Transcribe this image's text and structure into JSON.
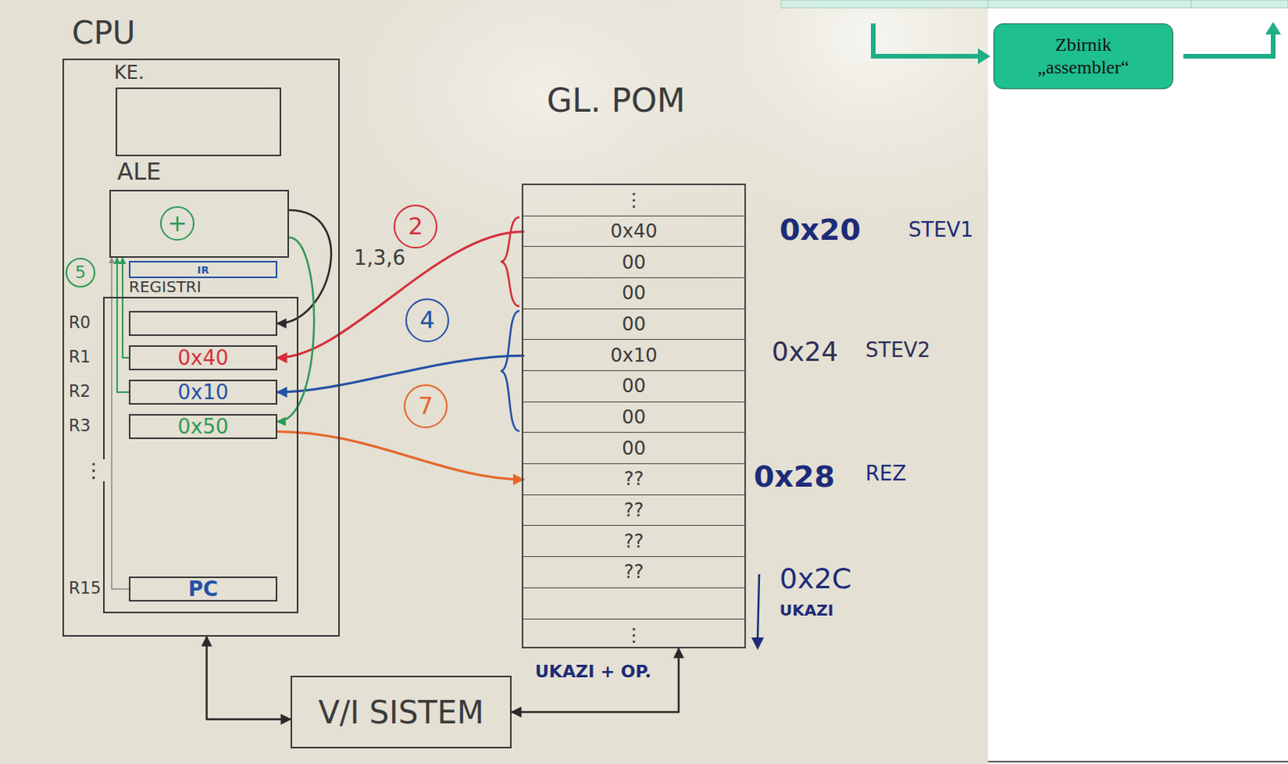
{
  "diagram": {
    "nodes": [
      {
        "text": [
          "CPU"
        ]
      },
      {
        "text": [
          "KE."
        ],
        "in": 0
      },
      {
        "text": [
          "ALE"
        ],
        "in": 0
      },
      {
        "text": [
          "+"
        ],
        "in": 2
      },
      {
        "text": [
          "IR"
        ],
        "in": 0
      },
      {
        "text": [
          "REGISTRI"
        ],
        "in": 0
      },
      {
        "text": [
          "R0"
        ],
        "in": 5
      },
      {
        "text": [
          "R1",
          "0x40"
        ],
        "in": 5
      },
      {
        "text": [
          "R2",
          "0x10"
        ],
        "in": 5
      },
      {
        "text": [
          "R3",
          "0x50"
        ],
        "in": 5
      },
      {
        "text": [
          "R15",
          "PC"
        ],
        "in": 5
      },
      {
        "text": [
          "GL. POM"
        ]
      },
      {
        "text": [
          "⋮"
        ],
        "in": 11
      },
      {
        "text": [
          "0x40"
        ],
        "in": 11
      },
      {
        "text": [
          "00"
        ],
        "in": 11
      },
      {
        "text": [
          "00"
        ],
        "in": 11
      },
      {
        "text": [
          "00"
        ],
        "in": 11
      },
      {
        "text": [
          "0x10"
        ],
        "in": 11
      },
      {
        "text": [
          "00"
        ],
        "in": 11
      },
      {
        "text": [
          "00"
        ],
        "in": 11
      },
      {
        "text": [
          "00"
        ],
        "in": 11
      },
      {
        "text": [
          "??"
        ],
        "in": 11
      },
      {
        "text": [
          "??"
        ],
        "in": 11
      },
      {
        "text": [
          "??"
        ],
        "in": 11
      },
      {
        "text": [
          "??"
        ],
        "in": 11
      },
      {
        "text": [
          "⋮"
        ],
        "in": 11
      },
      {
        "text": [
          "V/I SISTEM"
        ]
      },
      {
        "text": [
          "Zbirnik „assembler“"
        ]
      }
    ],
    "edges": [
      {
        "from": 13,
        "to": 7,
        "arrow": "to"
      },
      {
        "from": 17,
        "to": 8,
        "arrow": "to"
      },
      {
        "from": 2,
        "to": 6,
        "arrow": "to"
      },
      {
        "from": 7,
        "to": 2,
        "arrow": "to"
      },
      {
        "from": 8,
        "to": 2,
        "arrow": "to"
      },
      {
        "from": 10,
        "to": 2,
        "arrow": "to"
      },
      {
        "from": 2,
        "to": 9,
        "arrow": "to"
      },
      {
        "from": 9,
        "to": 21,
        "arrow": "to"
      },
      {
        "from": 0,
        "to": 26,
        "arrow": "both"
      },
      {
        "from": 11,
        "to": 26,
        "arrow": "both"
      }
    ],
    "labels": [
      "1,3,6",
      "2",
      "4",
      "7",
      "5",
      "⋮",
      "0x20",
      "STEV1",
      "0x24",
      "STEV2",
      "0x28",
      "REZ",
      "0x2C",
      "UKAZI",
      "UKAZI + OP."
    ]
  }
}
